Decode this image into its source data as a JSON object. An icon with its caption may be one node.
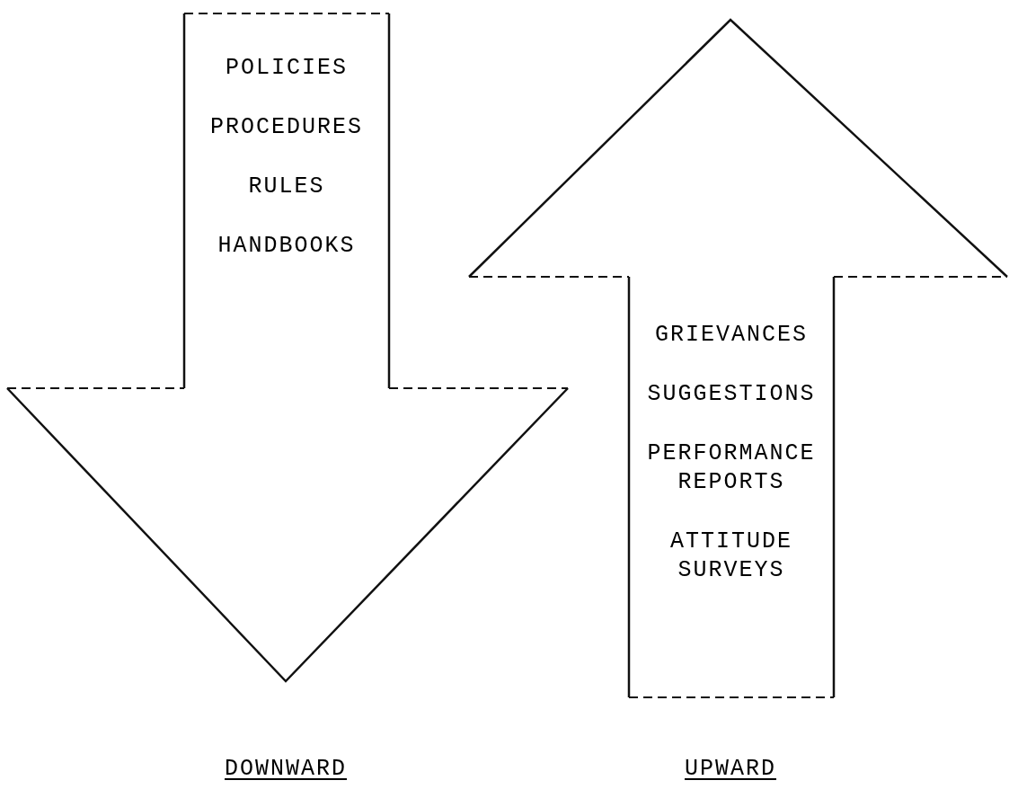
{
  "diagram": {
    "nodes": [
      {
        "text": [
          "POLICIES",
          "PROCEDURES",
          "RULES",
          "HANDBOOKS"
        ],
        "beside": [
          "DOWNWARD"
        ]
      },
      {
        "text": [
          "GRIEVANCES",
          "SUGGESTIONS",
          "PERFORMANCE REPORTS",
          "ATTITUDE SURVEYS"
        ],
        "beside": [
          "UPWARD"
        ]
      }
    ]
  }
}
